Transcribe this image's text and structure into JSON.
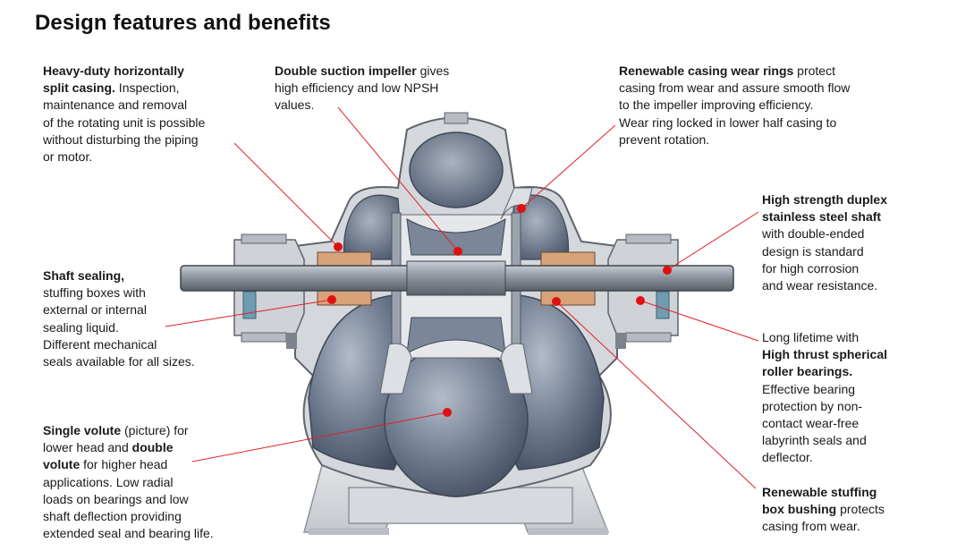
{
  "page": {
    "title": "Design features and benefits"
  },
  "callouts": {
    "split_casing": [
      {
        "b": "Heavy-duty horizontally",
        "t": ""
      },
      {
        "b": "split casing.",
        "t": " Inspection,"
      },
      {
        "b": "",
        "t": "maintenance and removal"
      },
      {
        "b": "",
        "t": "of the rotating unit is possible"
      },
      {
        "b": "",
        "t": "without disturbing the piping"
      },
      {
        "b": "",
        "t": "or motor."
      }
    ],
    "impeller": [
      {
        "b": "Double suction impeller",
        "t": " gives"
      },
      {
        "b": "",
        "t": "high efficiency and low NPSH"
      },
      {
        "b": "",
        "t": "values."
      }
    ],
    "wear_rings": [
      {
        "b": "Renewable casing wear rings",
        "t": " protect"
      },
      {
        "b": "",
        "t": "casing from wear and assure smooth flow"
      },
      {
        "b": "",
        "t": "to the impeller improving efficiency."
      },
      {
        "b": "",
        "t": "Wear ring locked in lower half casing to"
      },
      {
        "b": "",
        "t": "prevent rotation."
      }
    ],
    "shaft": [
      {
        "b": "High strength duplex",
        "t": ""
      },
      {
        "b": "stainless steel shaft",
        "t": ""
      },
      {
        "b": "",
        "t": "with double-ended"
      },
      {
        "b": "",
        "t": "design is standard"
      },
      {
        "b": "",
        "t": "for high corrosion"
      },
      {
        "b": "",
        "t": "and wear resistance."
      }
    ],
    "shaft_sealing": [
      {
        "b": "Shaft sealing,",
        "t": ""
      },
      {
        "b": "",
        "t": "stuffing boxes with"
      },
      {
        "b": "",
        "t": "external or internal"
      },
      {
        "b": "",
        "t": "sealing liquid."
      },
      {
        "b": "",
        "t": "Different mechanical"
      },
      {
        "b": "",
        "t": "seals available for all sizes."
      }
    ],
    "bearings": [
      {
        "b": "",
        "t": "Long lifetime with"
      },
      {
        "b": "High thrust spherical",
        "t": ""
      },
      {
        "b": "roller bearings.",
        "t": ""
      },
      {
        "b": "",
        "t": "Effective bearing"
      },
      {
        "b": "",
        "t": "protection by non-"
      },
      {
        "b": "",
        "t": "contact wear-free"
      },
      {
        "b": "",
        "t": "labyrinth seals and"
      },
      {
        "b": "",
        "t": "deflector."
      }
    ],
    "volute": [
      {
        "b": "Single volute",
        "t": " (picture) for"
      },
      {
        "b": "",
        "t": "lower head and "
      },
      {
        "b": "volute",
        "t": " for higher head"
      },
      {
        "b": "",
        "t": "applications. Low radial"
      },
      {
        "b": "",
        "t": "loads on bearings and low"
      },
      {
        "b": "",
        "t": "shaft deflection providing"
      },
      {
        "b": "",
        "t": "extended seal and bearing life."
      }
    ],
    "volute_extra_bold": "double",
    "bushing": [
      {
        "b": "Renewable stuffing",
        "t": ""
      },
      {
        "b": "box bushing",
        "t": " protects"
      },
      {
        "b": "",
        "t": "casing from wear."
      }
    ]
  },
  "colors": {
    "leader": "#e0202a",
    "dot": "#e01010",
    "casing": "#cfd2d6",
    "casing_edge": "#6b6f75",
    "volute_dark": "#4e5a6e",
    "volute_light": "#9aa6b8",
    "shaft": "#8c939c"
  },
  "icons": {
    "dots": "red-callout-dot",
    "diagram": "pump-cross-section-illustration"
  }
}
